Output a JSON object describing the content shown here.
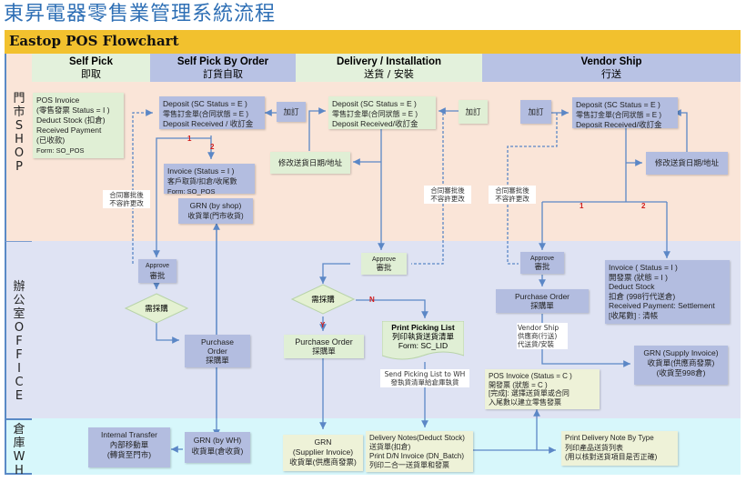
{
  "page_title": "東昇電器零售業管理系統流程",
  "banner_title": "Eastop POS Flowchart",
  "columns": [
    {
      "en": "Self Pick",
      "zh": "即取"
    },
    {
      "en": "Self Pick By Order",
      "zh": "訂貨自取"
    },
    {
      "en": "Delivery / Installation",
      "zh": "送貨 / 安裝"
    },
    {
      "en": "Vendor Ship",
      "zh": "行送"
    }
  ],
  "lanes": {
    "shop": [
      "門",
      "市",
      "S",
      "H",
      "O",
      "P"
    ],
    "office": [
      "辦",
      "公",
      "室",
      "O",
      "F",
      "F",
      "I",
      "C",
      "E"
    ],
    "wh": [
      "倉",
      "庫",
      "W",
      "H"
    ]
  },
  "nodes": {
    "pos_invoice_shop": [
      "POS Invoice",
      "(零售發票 Status = I )",
      "Deduct Stock (扣倉)",
      "Received Payment",
      "(已收款)",
      "Form: SO_POS"
    ],
    "deposit_1": [
      "Deposit (SC Status = E )",
      "零售訂金單(合同狀態 = E )",
      "Deposit Received / 收訂金"
    ],
    "add_order_1": "加訂",
    "invoice_self_pick": [
      "Invoice (Status = I )",
      "客戶取貨/扣倉/收尾數",
      "Form: SO_POS"
    ],
    "grn_by_shop": [
      "GRN (by shop)",
      "收貨單(門市收貨)"
    ],
    "deposit_2": [
      "Deposit (SC Status = E )",
      "零售訂金單(合同狀態 = E )",
      "Deposit Received/收訂金"
    ],
    "add_order_2": "加訂",
    "modify_delivery_2": "修改送貨日期/地址",
    "deposit_3": [
      "Deposit (SC Status = E )",
      "零售訂金單(合同狀態 = E )",
      "Deposit Received/收訂金"
    ],
    "add_order_3": "加訂",
    "modify_delivery_3": "修改送貨日期/地址",
    "approve_1": [
      "Approve",
      "審批"
    ],
    "need_purchase_1": "需採購",
    "purchase_order_1": [
      "Purchase",
      "Order",
      "採購單"
    ],
    "approve_2": [
      "Approve",
      "審批"
    ],
    "need_purchase_2": "需採購",
    "purchase_order_2": [
      "Purchase Order",
      "採購單"
    ],
    "print_picking": [
      "Print Picking List",
      "列印執貨送貨清單",
      "Form: SC_LID"
    ],
    "approve_3": [
      "Approve",
      "審批"
    ],
    "purchase_order_3": [
      "Purchase Order",
      "採購單"
    ],
    "invoice_vendor": [
      "Invoice ( Status = I )",
      "開發票 (狀態 = I )",
      "Deduct Stock",
      "扣倉 (998行代送倉)",
      "Received Payment: Settlement",
      "[收尾數] : 清帳"
    ],
    "grn_supply": [
      "GRN (Supply Invoice)",
      "收貨單(供應商發票)",
      "(收貨至998倉)"
    ],
    "pos_invoice_c": [
      "POS Invoice (Status = C )",
      "開發票 (狀態 = C )",
      "[完成]: 選擇送貨單或合同",
      "入尾數以建立零售發票"
    ],
    "internal_transfer": [
      "Internal Transfer",
      "內部移動單",
      "(轉貨至門市)"
    ],
    "grn_by_wh": [
      "GRN (by WH)",
      "收貨單(倉收貨)"
    ],
    "grn_supplier": [
      "GRN",
      "(Supplier Invoice)",
      "收貨單(供應商發票)"
    ],
    "delivery_notes": [
      "Delivery Notes(Deduct Stock)",
      "送貨單(扣倉)",
      "Print D/N Invoice (DN_Batch)",
      "列印二合一送貨單和發票"
    ],
    "print_dn_type": [
      "Print Delivery Note By Type",
      "列印產品送貨列表",
      "(用以核對送貨項目是否正確)"
    ]
  },
  "notes": {
    "contract_locked": [
      "合同審批後",
      "不容許更改"
    ],
    "send_picking": [
      "Send Picking List to WH",
      "發執貨清單給倉庫執貨"
    ],
    "vendor_ship": [
      "Vendor Ship",
      "供應商(行送)",
      "代送貨/安裝"
    ]
  },
  "branch_labels": {
    "one": "1",
    "two": "2",
    "yes": "Y",
    "no": "N"
  },
  "colors": {
    "banner": "#f2c12e",
    "title": "#2e6fb5",
    "connector": "#5b87c6",
    "branch_label": "#d01c1c"
  }
}
